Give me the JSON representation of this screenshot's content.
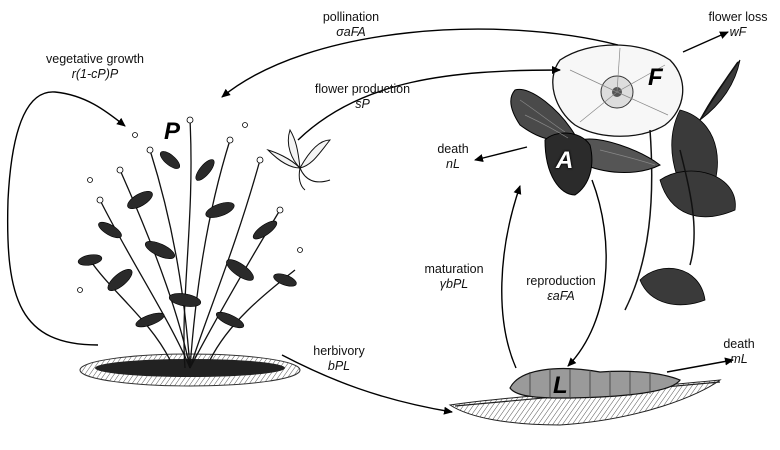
{
  "nodes": {
    "plant": "P",
    "flower": "F",
    "adult": "A",
    "larva": "L"
  },
  "processes": {
    "pollination": {
      "name": "pollination",
      "formula": "σaFA"
    },
    "flower_loss": {
      "name": "flower loss",
      "formula": "wF"
    },
    "vegetative_growth": {
      "name": "vegetative growth",
      "formula": "r(1-cP)P"
    },
    "flower_production": {
      "name": "flower production",
      "formula": "sP"
    },
    "adult_death": {
      "name": "death",
      "formula": "nL"
    },
    "maturation": {
      "name": "maturation",
      "formula": "γbPL"
    },
    "reproduction": {
      "name": "reproduction",
      "formula": "εaFA"
    },
    "herbivory": {
      "name": "herbivory",
      "formula": "bPL"
    },
    "larva_death": {
      "name": "death",
      "formula": "mL"
    }
  }
}
